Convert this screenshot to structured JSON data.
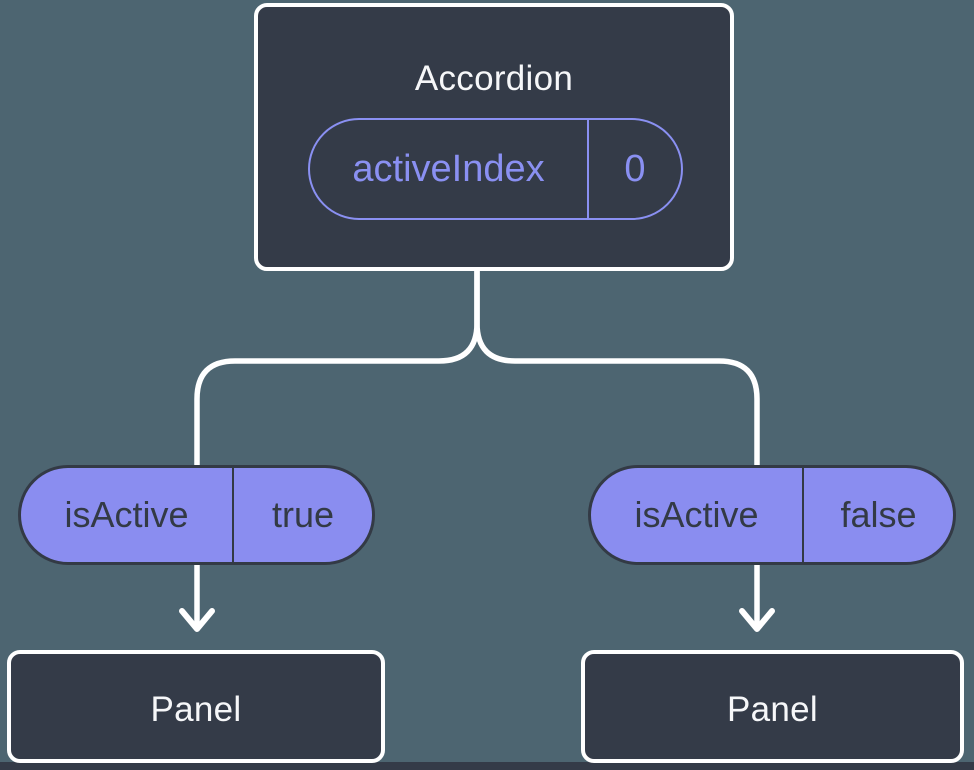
{
  "diagram": {
    "accordion": {
      "title": "Accordion",
      "state": {
        "name": "activeIndex",
        "value": "0"
      }
    },
    "branches": [
      {
        "prop": {
          "name": "isActive",
          "value": "true"
        },
        "child": {
          "title": "Panel"
        }
      },
      {
        "prop": {
          "name": "isActive",
          "value": "false"
        },
        "child": {
          "title": "Panel"
        }
      }
    ],
    "colors": {
      "background": "#4D6571",
      "box_fill": "#343B48",
      "box_border": "#FFFFFF",
      "box_text": "#F6F7F9",
      "pill_fill": "#8A8DF0",
      "pill_outline_accent": "#8A90F2",
      "pill_dark_text": "#333A45",
      "connector": "#FFFFFF",
      "bottom_strip": "#343B48"
    },
    "icons": {
      "arrow_style": "open-chevron-down"
    }
  }
}
